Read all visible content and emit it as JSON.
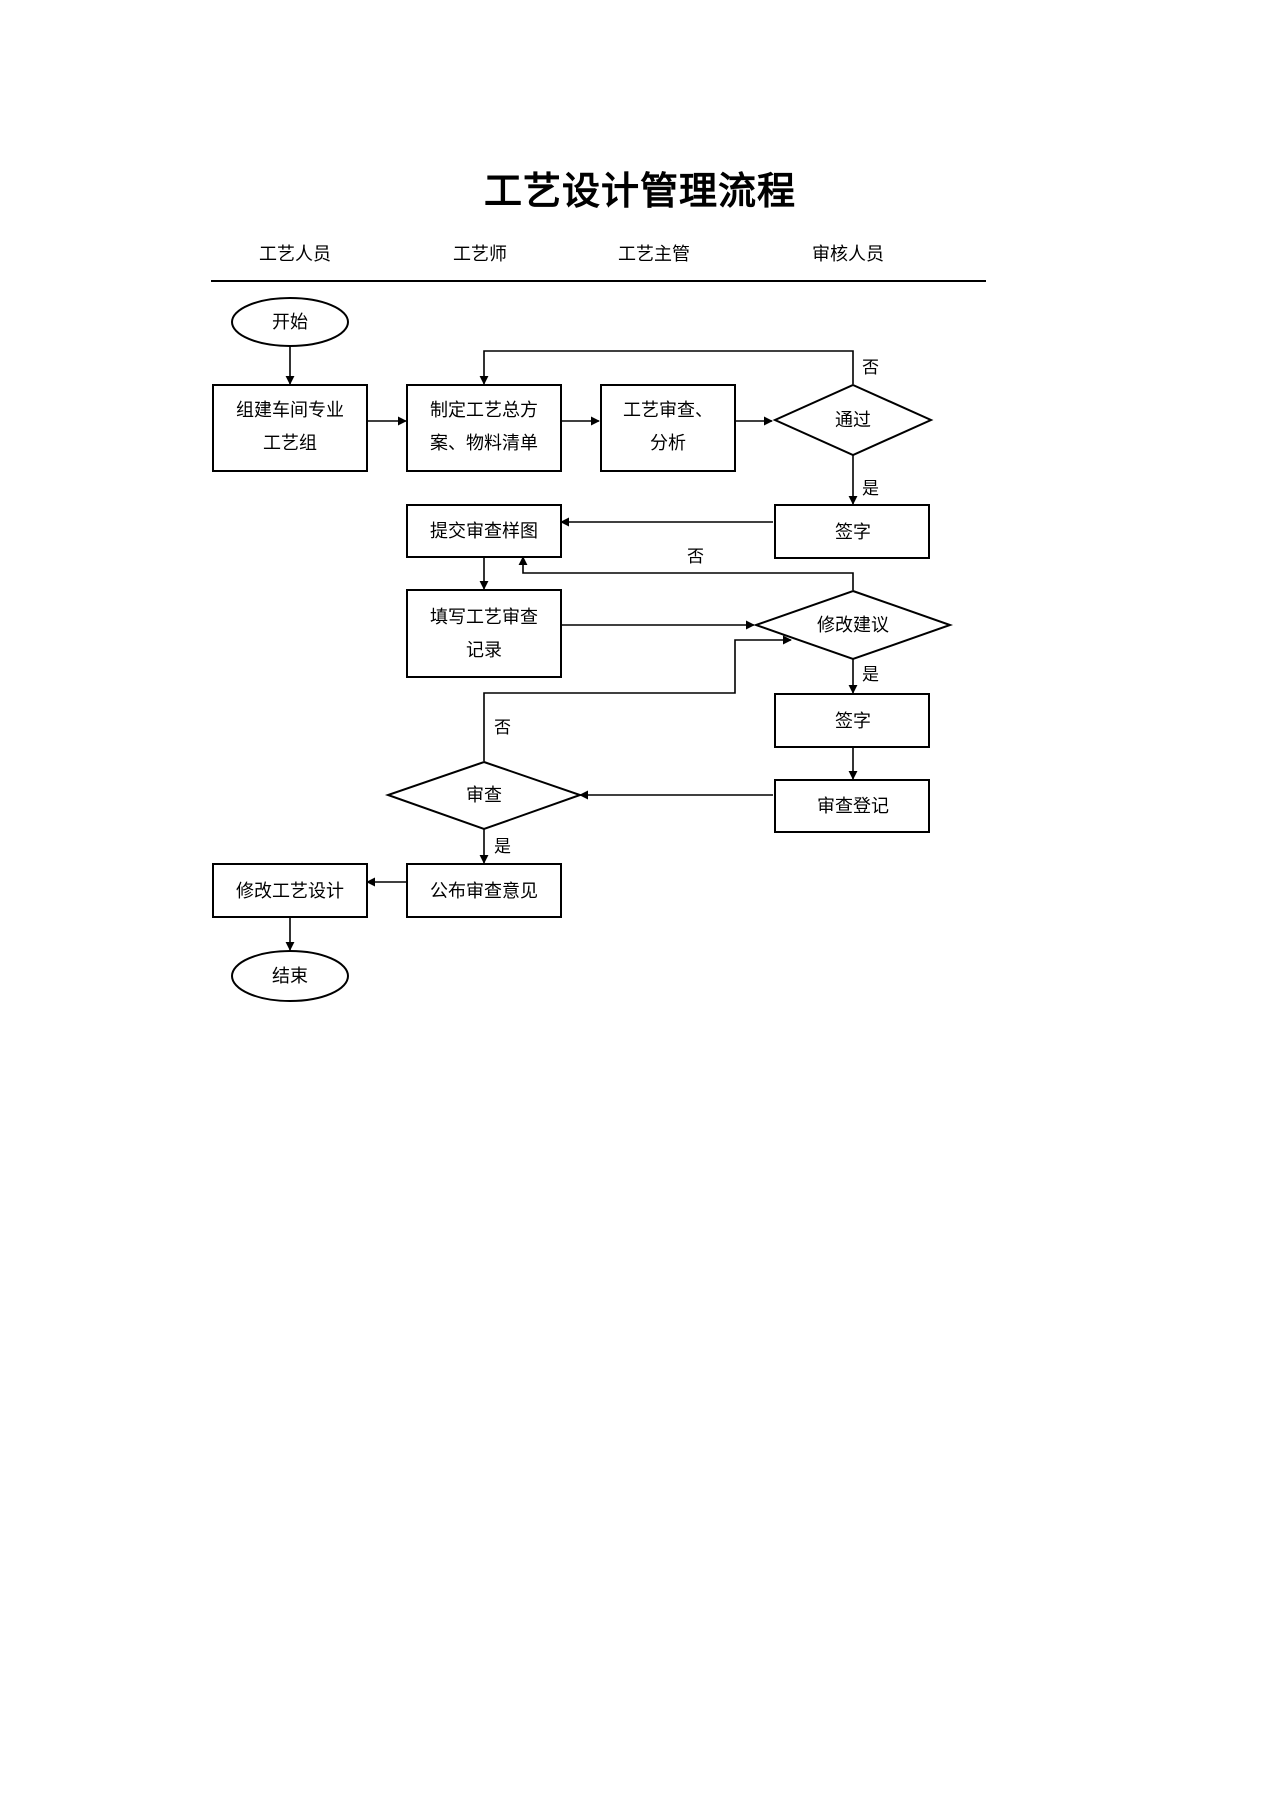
{
  "title": "工艺设计管理流程",
  "lanes": [
    "工艺人员",
    "工艺师",
    "工艺主管",
    "审核人员"
  ],
  "nodes": {
    "start": "开始",
    "form_group": [
      "组建车间专业",
      "工艺组"
    ],
    "make_plan": [
      "制定工艺总方",
      "案、物料清单"
    ],
    "review_analyze": [
      "工艺审查、",
      "分析"
    ],
    "pass": "通过",
    "sign1": "签字",
    "submit_sample": "提交审查样图",
    "fill_record": [
      "填写工艺审查",
      "记录"
    ],
    "suggestion": "修改建议",
    "sign2": "签字",
    "register": "审查登记",
    "review": "审查",
    "publish": "公布审查意见",
    "modify": "修改工艺设计",
    "end": "结束"
  },
  "edge_labels": {
    "pass_no": "否",
    "pass_yes": "是",
    "suggestion_no": "否",
    "suggestion_yes": "是",
    "review_no": "否",
    "review_yes": "是"
  }
}
